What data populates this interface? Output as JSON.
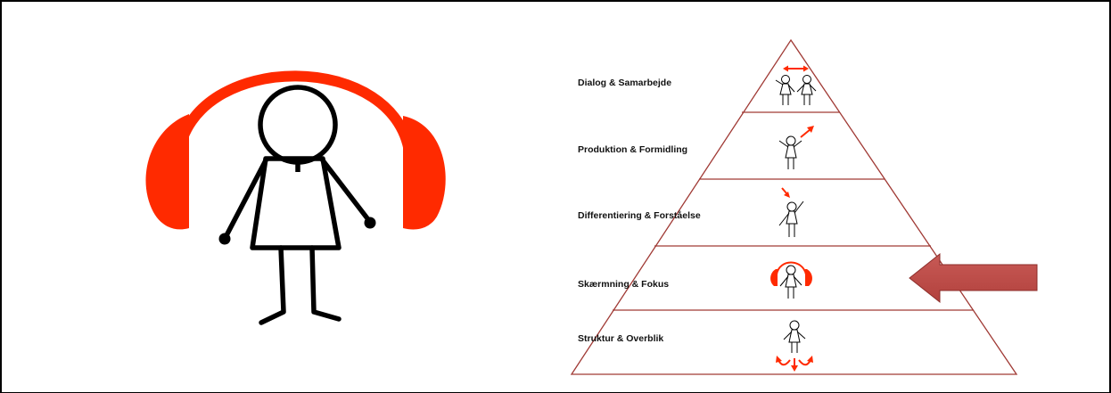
{
  "pyramid": {
    "levels": [
      {
        "label": "Dialog & Samarbejde",
        "icon": "two-figures-arrow-icon"
      },
      {
        "label": "Produktion & Formidling",
        "icon": "figure-arrow-out-icon"
      },
      {
        "label": "Differentiering & Forståelse",
        "icon": "figure-arrow-in-icon"
      },
      {
        "label": "Skærmning & Fokus",
        "icon": "figure-headphones-icon"
      },
      {
        "label": "Struktur & Overblik",
        "icon": "figure-arrows-down-icon"
      }
    ],
    "highlighted_level": "Skærmning & Fokus"
  },
  "colors": {
    "headphones_red": "#ff2a00",
    "pyramid_stroke": "#a03a35",
    "pointer_arrow": "#c0504d",
    "figure_black": "#000000"
  },
  "icons": {
    "main_figure": "person-with-headphones-icon",
    "pointer": "left-arrow-icon"
  }
}
